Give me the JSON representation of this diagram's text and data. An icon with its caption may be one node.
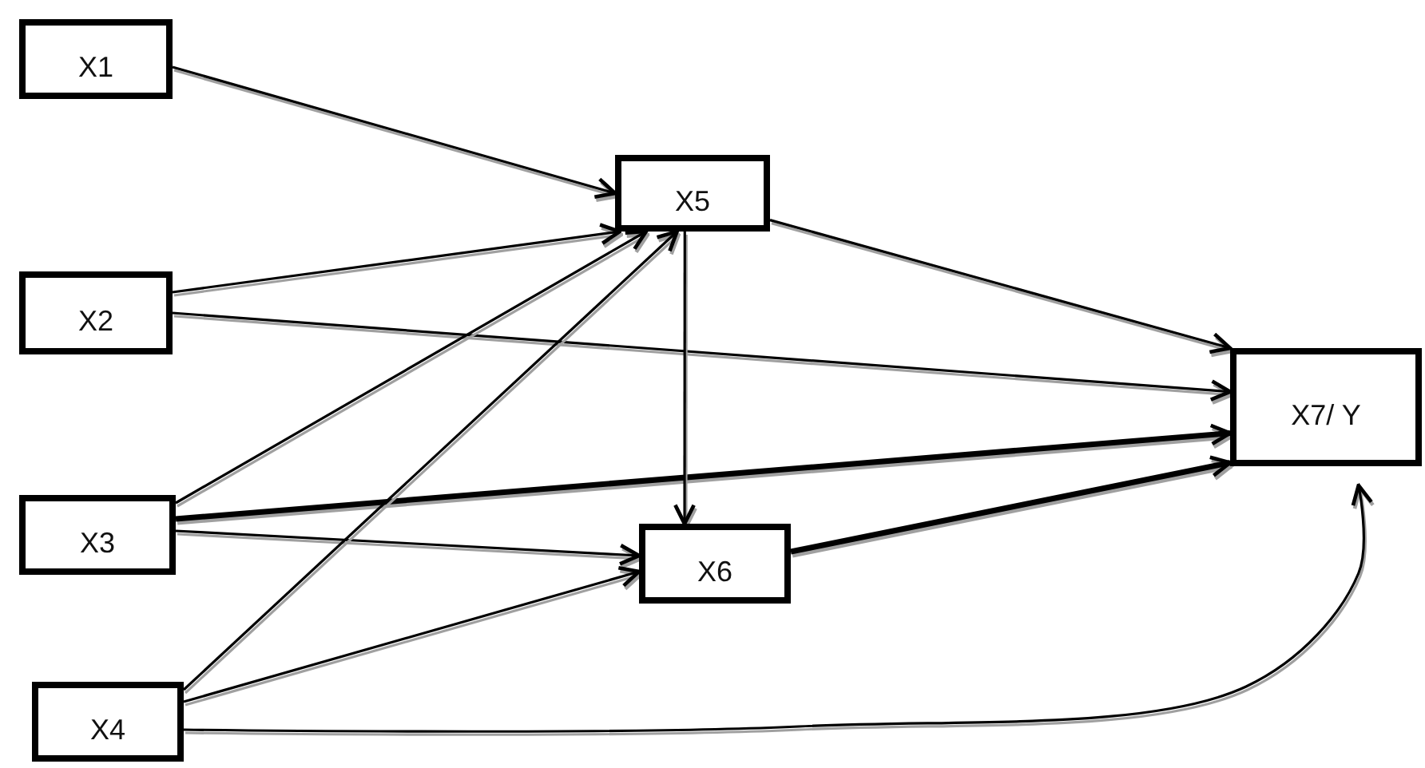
{
  "diagram": {
    "nodes": [
      {
        "text": [
          "X1"
        ]
      },
      {
        "text": [
          "X2"
        ]
      },
      {
        "text": [
          "X3"
        ]
      },
      {
        "text": [
          "X4"
        ]
      },
      {
        "text": [
          "X5"
        ]
      },
      {
        "text": [
          "X6"
        ]
      },
      {
        "text": [
          "X7/ Y"
        ]
      }
    ],
    "edges": [
      {
        "from": 0,
        "to": 4,
        "arrow": "to"
      },
      {
        "from": 1,
        "to": 4,
        "arrow": "to"
      },
      {
        "from": 1,
        "to": 6,
        "arrow": "to"
      },
      {
        "from": 2,
        "to": 4,
        "arrow": "to"
      },
      {
        "from": 2,
        "to": 6,
        "arrow": "to",
        "style": "thick"
      },
      {
        "from": 2,
        "to": 5,
        "arrow": "to"
      },
      {
        "from": 3,
        "to": 4,
        "arrow": "to"
      },
      {
        "from": 3,
        "to": 5,
        "arrow": "to"
      },
      {
        "from": 3,
        "to": 6,
        "arrow": "to"
      },
      {
        "from": 4,
        "to": 5,
        "arrow": "to"
      },
      {
        "from": 4,
        "to": 6,
        "arrow": "to"
      },
      {
        "from": 5,
        "to": 6,
        "arrow": "to",
        "style": "thick"
      }
    ]
  }
}
